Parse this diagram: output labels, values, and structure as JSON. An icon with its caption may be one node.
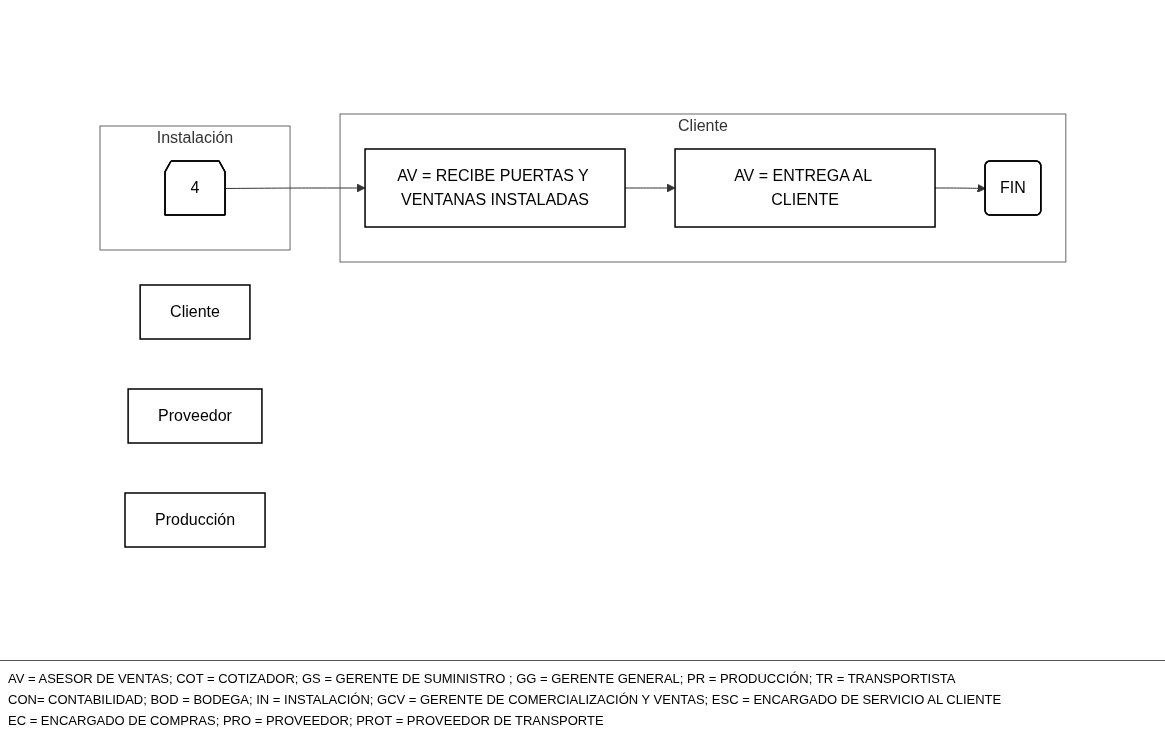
{
  "diagram": {
    "nodes": [
      {
        "text": [
          "Cliente"
        ]
      },
      {
        "text": [
          "Proveedor"
        ]
      },
      {
        "text": [
          "Producción"
        ]
      },
      {
        "text": [
          "Instalación"
        ]
      },
      {
        "text": [
          "4"
        ],
        "in": 3
      },
      {
        "text": [
          "Cliente"
        ]
      },
      {
        "text": [
          "AV = RECIBE PUERTAS Y VENTANAS INSTALADAS"
        ],
        "in": 5
      },
      {
        "text": [
          "AV = ENTREGA AL CLIENTE"
        ],
        "in": 5
      },
      {
        "text": [
          "FIN"
        ],
        "in": 5
      }
    ],
    "edges": [
      {
        "from": 4,
        "to": 6,
        "arrow": "to"
      },
      {
        "from": 6,
        "to": 7,
        "arrow": "to"
      },
      {
        "from": 7,
        "to": 8,
        "arrow": "to"
      }
    ],
    "labels": [
      "AV = ASESOR DE VENTAS; COT = COTIZADOR; GS = GERENTE DE SUMINISTRO ; GG = GERENTE GENERAL; PR = PRODUCCIÓN; TR = TRANSPORTISTA",
      "CON= CONTABILIDAD; BOD = BODEGA; IN = INSTALACIÓN; GCV = GERENTE DE COMERCIALIZACIÓN Y VENTAS; ESC = ENCARGADO DE SERVICIO AL CLIENTE",
      "EC = ENCARGADO DE COMPRAS; PRO = PROVEEDOR; PROT = PROVEEDOR DE TRANSPORTE"
    ]
  }
}
